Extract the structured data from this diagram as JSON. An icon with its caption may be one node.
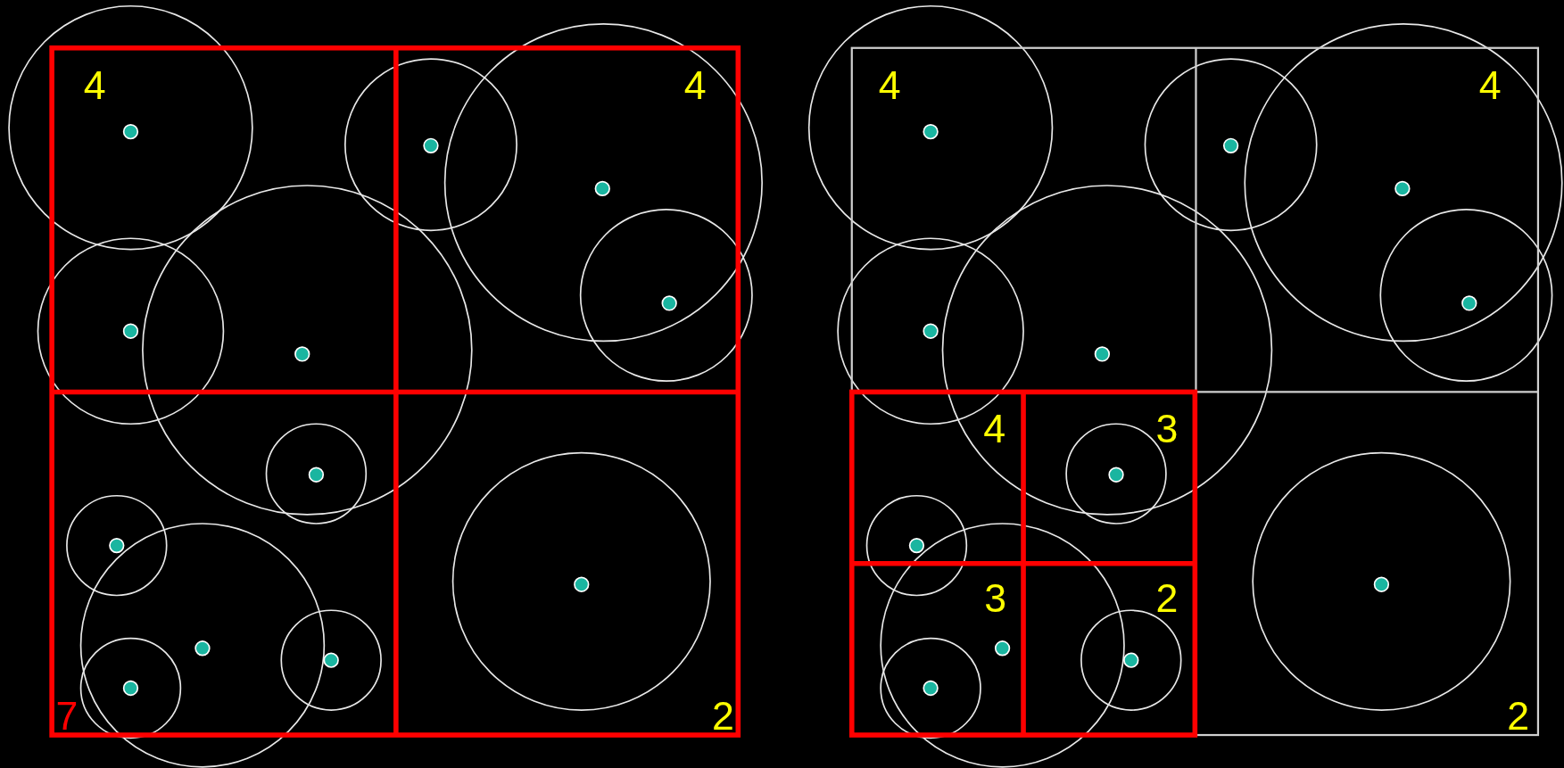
{
  "diagram": {
    "labels": [
      "4",
      "4",
      "4",
      "4",
      "4",
      "3",
      "3",
      "2",
      "7",
      "2",
      "2"
    ]
  }
}
